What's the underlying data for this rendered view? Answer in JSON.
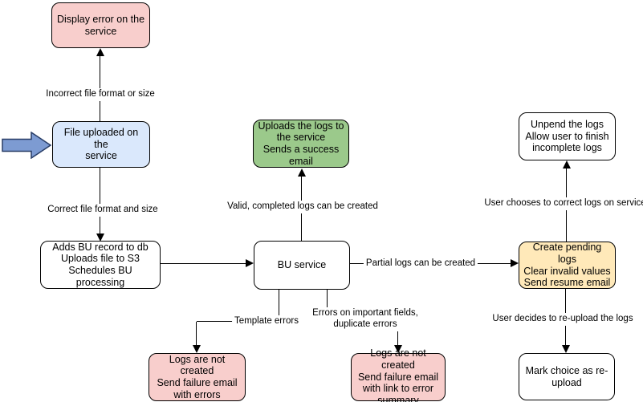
{
  "diagram": {
    "colors": {
      "pink": "#f8cecc",
      "blue": "#dae8fc",
      "green": "#9bc98b",
      "yellow": "#ffe9b9",
      "white": "#ffffff",
      "canvas": "#ffffff",
      "border": "#000000",
      "line": "#000000",
      "entry_arrow_fill": "#7d9bd2",
      "entry_arrow_border": "#283d66"
    },
    "nodes": {
      "display_error": {
        "label": "Display error on the\nservice"
      },
      "file_uploaded": {
        "label": "File uploaded on the\nservice"
      },
      "adds_bu": {
        "label": "Adds BU record to db\nUploads file to S3\nSchedules BU processing"
      },
      "bu_service": {
        "label": "BU service"
      },
      "upload_success": {
        "label": "Uploads the logs to\nthe service\nSends a success\nemail"
      },
      "unpend": {
        "label": "Unpend the logs\nAllow user to finish\nincomplete logs"
      },
      "create_pending": {
        "label": "Create pending logs\nClear invalid values\nSend resume email"
      },
      "mark_reupload": {
        "label": "Mark choice as re-\nupload"
      },
      "fail_template": {
        "label": "Logs are not created\nSend failure email\nwith errors"
      },
      "fail_fields": {
        "label": "Logs are not created\nSend failure email\nwith link to error\nsummary"
      }
    },
    "edge_labels": {
      "incorrect": "Incorrect file format or size",
      "correct": "Correct file format and size",
      "valid": "Valid, completed logs can be created",
      "partial": "Partial logs can be created",
      "correct_on_service": "User chooses to correct logs on service",
      "reupload": "User decides to re-upload the logs",
      "template_errors": "Template errors",
      "field_errors": "Errors on important fields,\nduplicate errors"
    }
  }
}
